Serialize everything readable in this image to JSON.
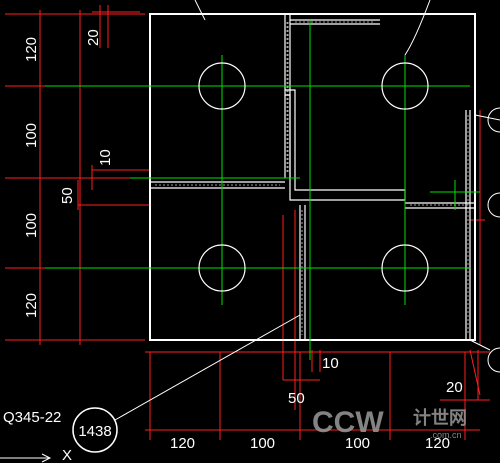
{
  "drawing": {
    "left_dimensions": [
      "120",
      "100",
      "100",
      "120"
    ],
    "bottom_dimensions": [
      "120",
      "100",
      "100",
      "120"
    ],
    "gap_top": "20",
    "gap_side": "10",
    "offset_side": "50",
    "gap_bottom": "10",
    "offset_bottom": "50",
    "gap_bottom_right": "20",
    "material_label": "Q345-22",
    "callout_number": "1438",
    "axis_label": "X",
    "watermark_brand": "CCW",
    "watermark_cn": "计世网",
    "watermark_url": ".com.cn",
    "colors": {
      "background": "#000000",
      "plate": "#ffffff",
      "dimension": "#ff2020",
      "centerline": "#00e000",
      "text": "#ffffff",
      "watermark": "#9a9a9a"
    }
  }
}
